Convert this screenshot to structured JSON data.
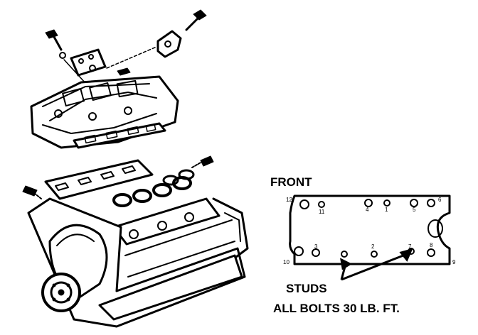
{
  "labels": {
    "front": "FRONT",
    "studs": "STUDS",
    "torque": "ALL BOLTS 30 LB. FT."
  },
  "bolt_numbers": [
    "12",
    "11",
    "4",
    "1",
    "5",
    "6",
    "10",
    "3",
    "2",
    "7",
    "8",
    "9"
  ],
  "colors": {
    "ink": "#000000",
    "paper": "#ffffff"
  }
}
